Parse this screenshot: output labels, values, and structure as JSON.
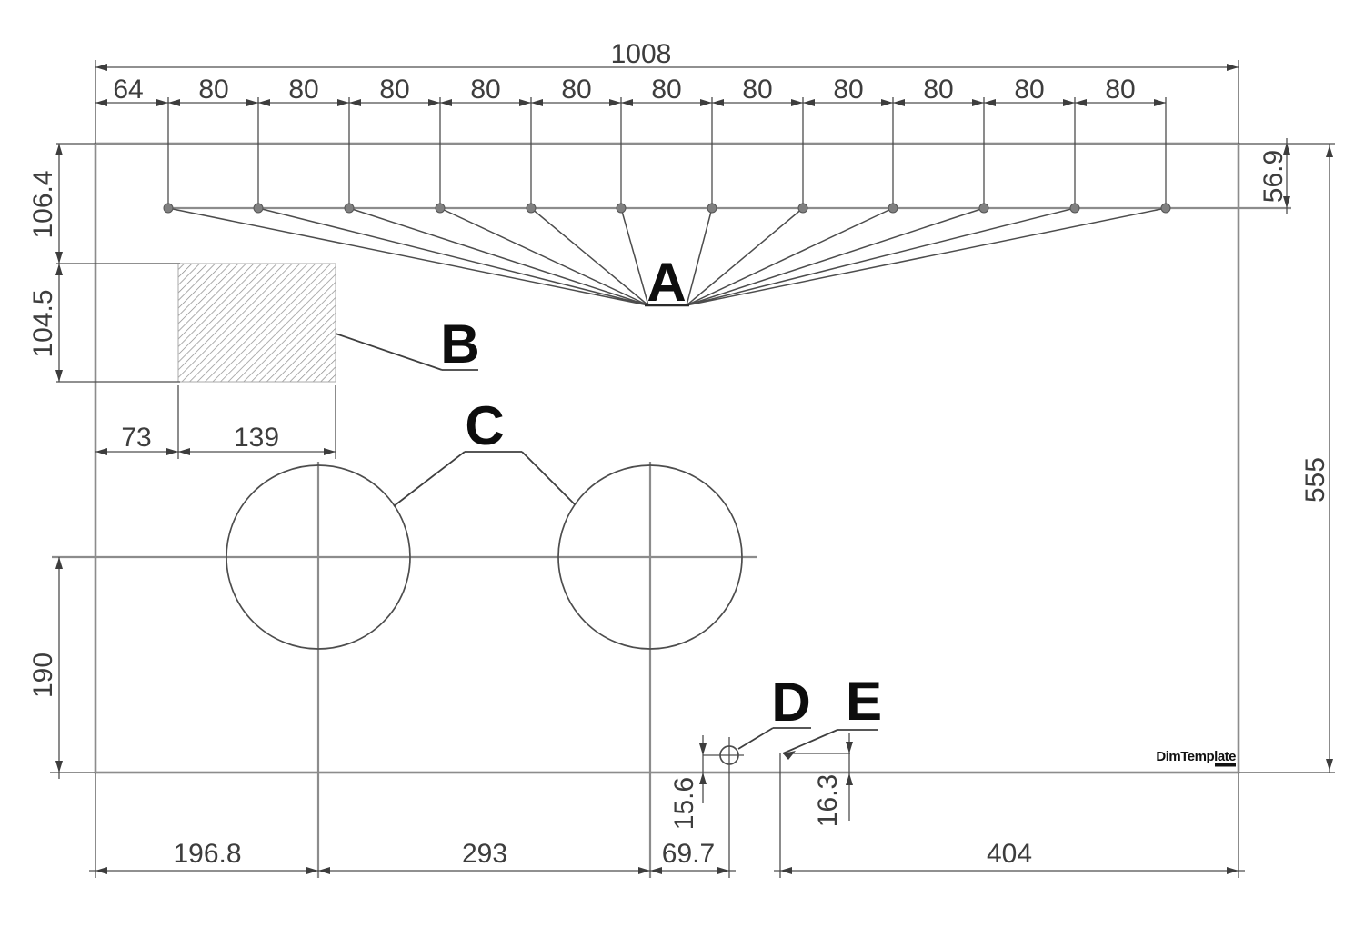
{
  "dims": {
    "total_width": "1008",
    "segments": [
      "64",
      "80",
      "80",
      "80",
      "80",
      "80",
      "80",
      "80",
      "80",
      "80",
      "80",
      "80"
    ],
    "left_upper": "106.4",
    "left_middle": "104.5",
    "left_lower": "190",
    "right_upper": "56.9",
    "right_overall": "555",
    "pocket_offset": "73",
    "pocket_width": "139",
    "bottom_segments": [
      "196.8",
      "293",
      "69.7",
      "404"
    ],
    "point_d_offset": "15.6",
    "point_e_offset": "16.3"
  },
  "callouts": {
    "a": "A",
    "b": "B",
    "c": "C",
    "d": "D",
    "e": "E"
  },
  "branding": {
    "logo_text": "DimTemplate"
  },
  "colors": {
    "background": "#ffffff",
    "outline_gray": "#8c8c8c",
    "dimension_dark": "#4d4d4d",
    "text_dark": "#3d3d3d",
    "callout_black": "#0d0d0d"
  }
}
